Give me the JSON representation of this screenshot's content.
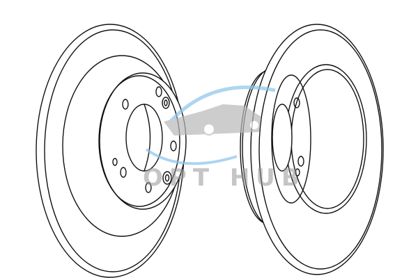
{
  "watermark": {
    "text": "OPT HUB",
    "accent_color": "#8cc4ea",
    "car_color": "#b9b9b9"
  },
  "drawings": [
    "brake-disc-front-view",
    "brake-disc-rear-view"
  ]
}
